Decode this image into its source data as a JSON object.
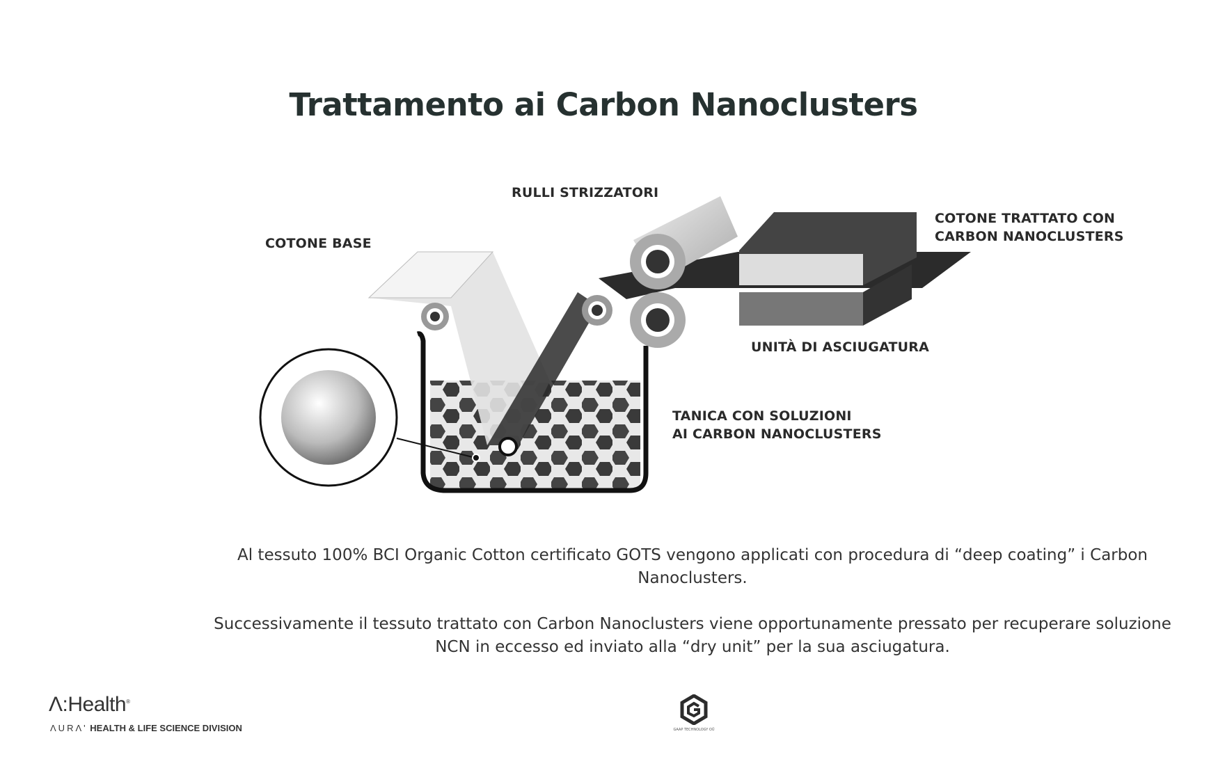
{
  "title": "Trattamento ai Carbon Nanoclusters",
  "diagram": {
    "labels": {
      "rulli": "RULLI STRIZZATORI",
      "cotone_base": "COTONE BASE",
      "cotone_trattato_1": "COTONE TRATTATO CON",
      "cotone_trattato_2": "CARBON NANOCLUSTERS",
      "unita": "UNITÀ DI ASCIUGATURA",
      "tanica_1": "TANICA CON SOLUZIONI",
      "tanica_2": "AI CARBON NANOCLUSTERS"
    }
  },
  "paragraphs": [
    "Al tessuto 100% BCI Organic Cotton certificato GOTS vengono applicati con procedura di “deep coating” i Carbon Nanoclusters.",
    "Successivamente il tessuto trattato con Carbon Nanoclusters viene opportunamente pressato per recuperare soluzione NCN in eccesso ed inviato alla “dry unit” per la sua asciugatura."
  ],
  "footer": {
    "brand": "Λ:Health",
    "brand_mark": "®",
    "division_prefix": "ΛURΛ'",
    "division": "HEALTH & LIFE SCIENCE DIVISION",
    "partner": "GAAP TECHNOLOGY OÜ"
  }
}
